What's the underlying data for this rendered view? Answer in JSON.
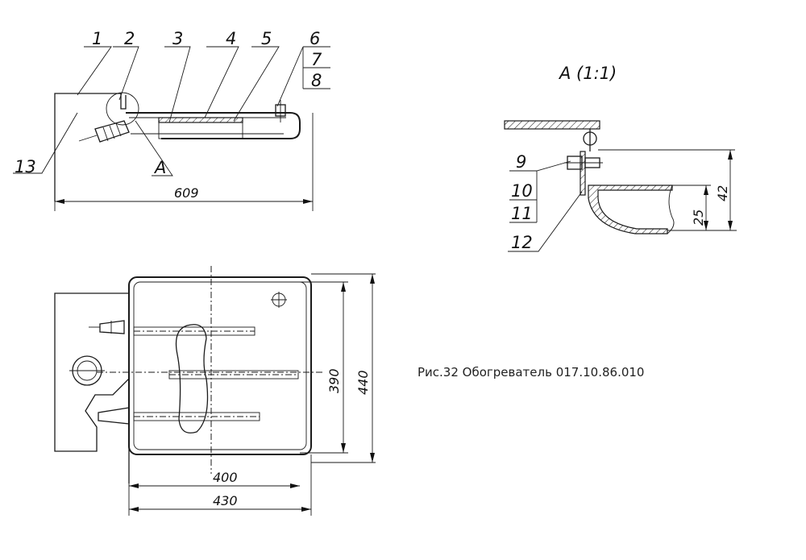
{
  "labels": {
    "n1": "1",
    "n2": "2",
    "n3": "3",
    "n4": "4",
    "n5": "5",
    "n6": "6",
    "n7": "7",
    "n8": "8",
    "n9": "9",
    "n10": "10",
    "n11": "11",
    "n12": "12",
    "n13": "13",
    "a": "А"
  },
  "view_title": "А (1:1)",
  "dimensions": {
    "d609": "609",
    "d400": "400",
    "d430": "430",
    "d390": "390",
    "d440": "440",
    "d42": "42",
    "d25": "25"
  },
  "caption": "Рис.32 Обогреватель 017.10.86.010"
}
